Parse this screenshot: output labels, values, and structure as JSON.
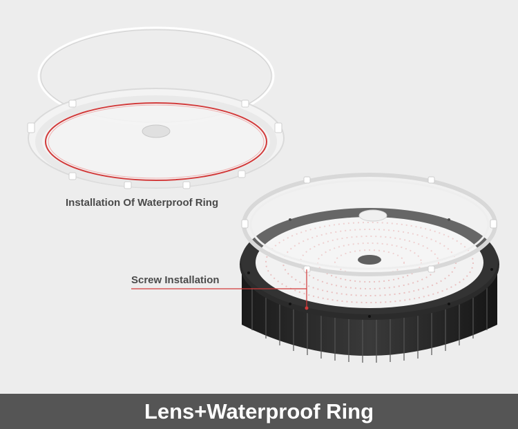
{
  "captions": {
    "ring_installation": "Installation Of Waterproof Ring",
    "screw_installation": "Screw Installation"
  },
  "banner": {
    "title": "Lens+Waterproof Ring"
  },
  "colors": {
    "background": "#ededed",
    "banner": "#555555",
    "accent_red": "#d23a3a",
    "housing": "#2b2b2b"
  }
}
